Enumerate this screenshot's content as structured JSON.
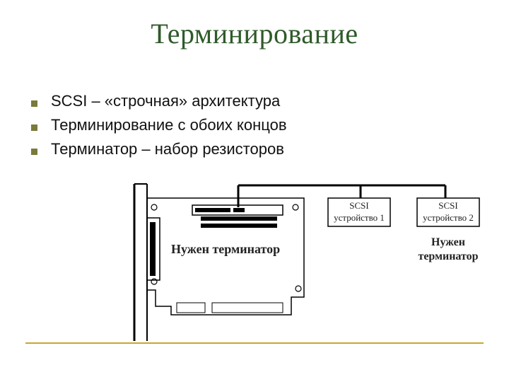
{
  "slide": {
    "title": "Терминирование",
    "bullets": [
      "SCSI – «строчная» архитектура",
      "Терминирование с обоих концов",
      "Терминатор – набор резисторов"
    ]
  },
  "diagram": {
    "card_label": "Нужен терминатор",
    "device1": {
      "line1": "SCSI",
      "line2": "устройство 1"
    },
    "device2": {
      "line1": "SCSI",
      "line2": "устройство 2"
    },
    "terminator_note": {
      "line1": "Нужен",
      "line2": "терминатор"
    }
  },
  "colors": {
    "title": "#2f5a2a",
    "bullet": "#7a7a3a",
    "rule": "#c9a72a"
  }
}
